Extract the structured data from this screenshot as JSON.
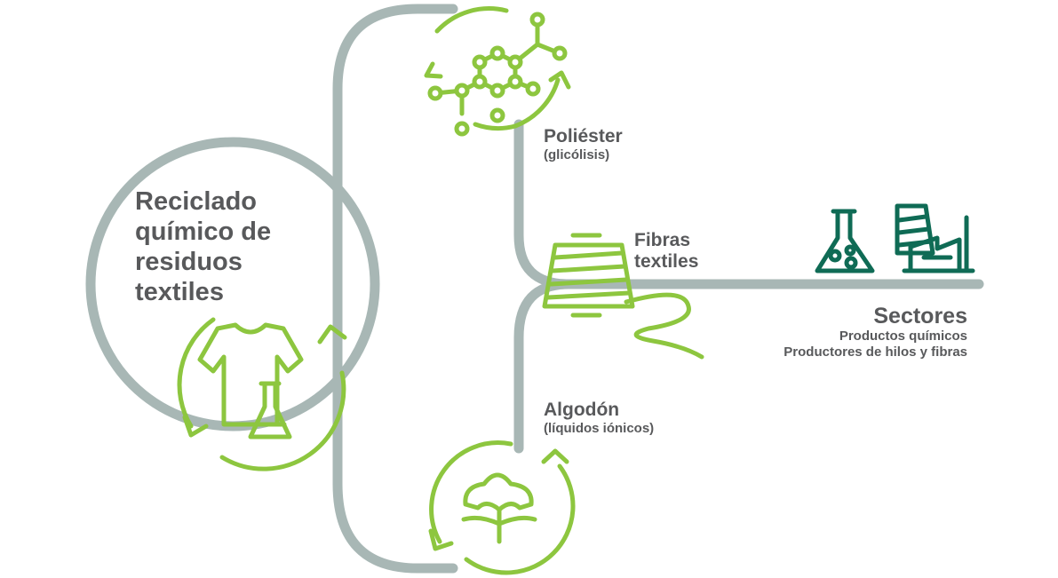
{
  "title": "Reciclado\nquímico de\nresiduos\ntextiles",
  "nodes": {
    "polyester": {
      "label": "Poliéster",
      "sub": "(glicólisis)"
    },
    "fibers": {
      "label": "Fibras\ntextiles"
    },
    "cotton": {
      "label": "Algodón",
      "sub": "(líquidos iónicos)"
    }
  },
  "sectors": {
    "label": "Sectores",
    "items": [
      "Productos químicos",
      "Productores de hilos y fibras"
    ]
  },
  "colors": {
    "connector": "#a8b7b5",
    "accent": "#8dc63f",
    "sector_icon": "#0f6b55",
    "text": "#58595b"
  },
  "icons": [
    "shirt-icon",
    "flask-icon",
    "molecule-icon",
    "recycle-arrows-icon",
    "spool-icon",
    "cotton-flower-icon",
    "chemistry-flask-icon",
    "yarn-factory-icon"
  ]
}
